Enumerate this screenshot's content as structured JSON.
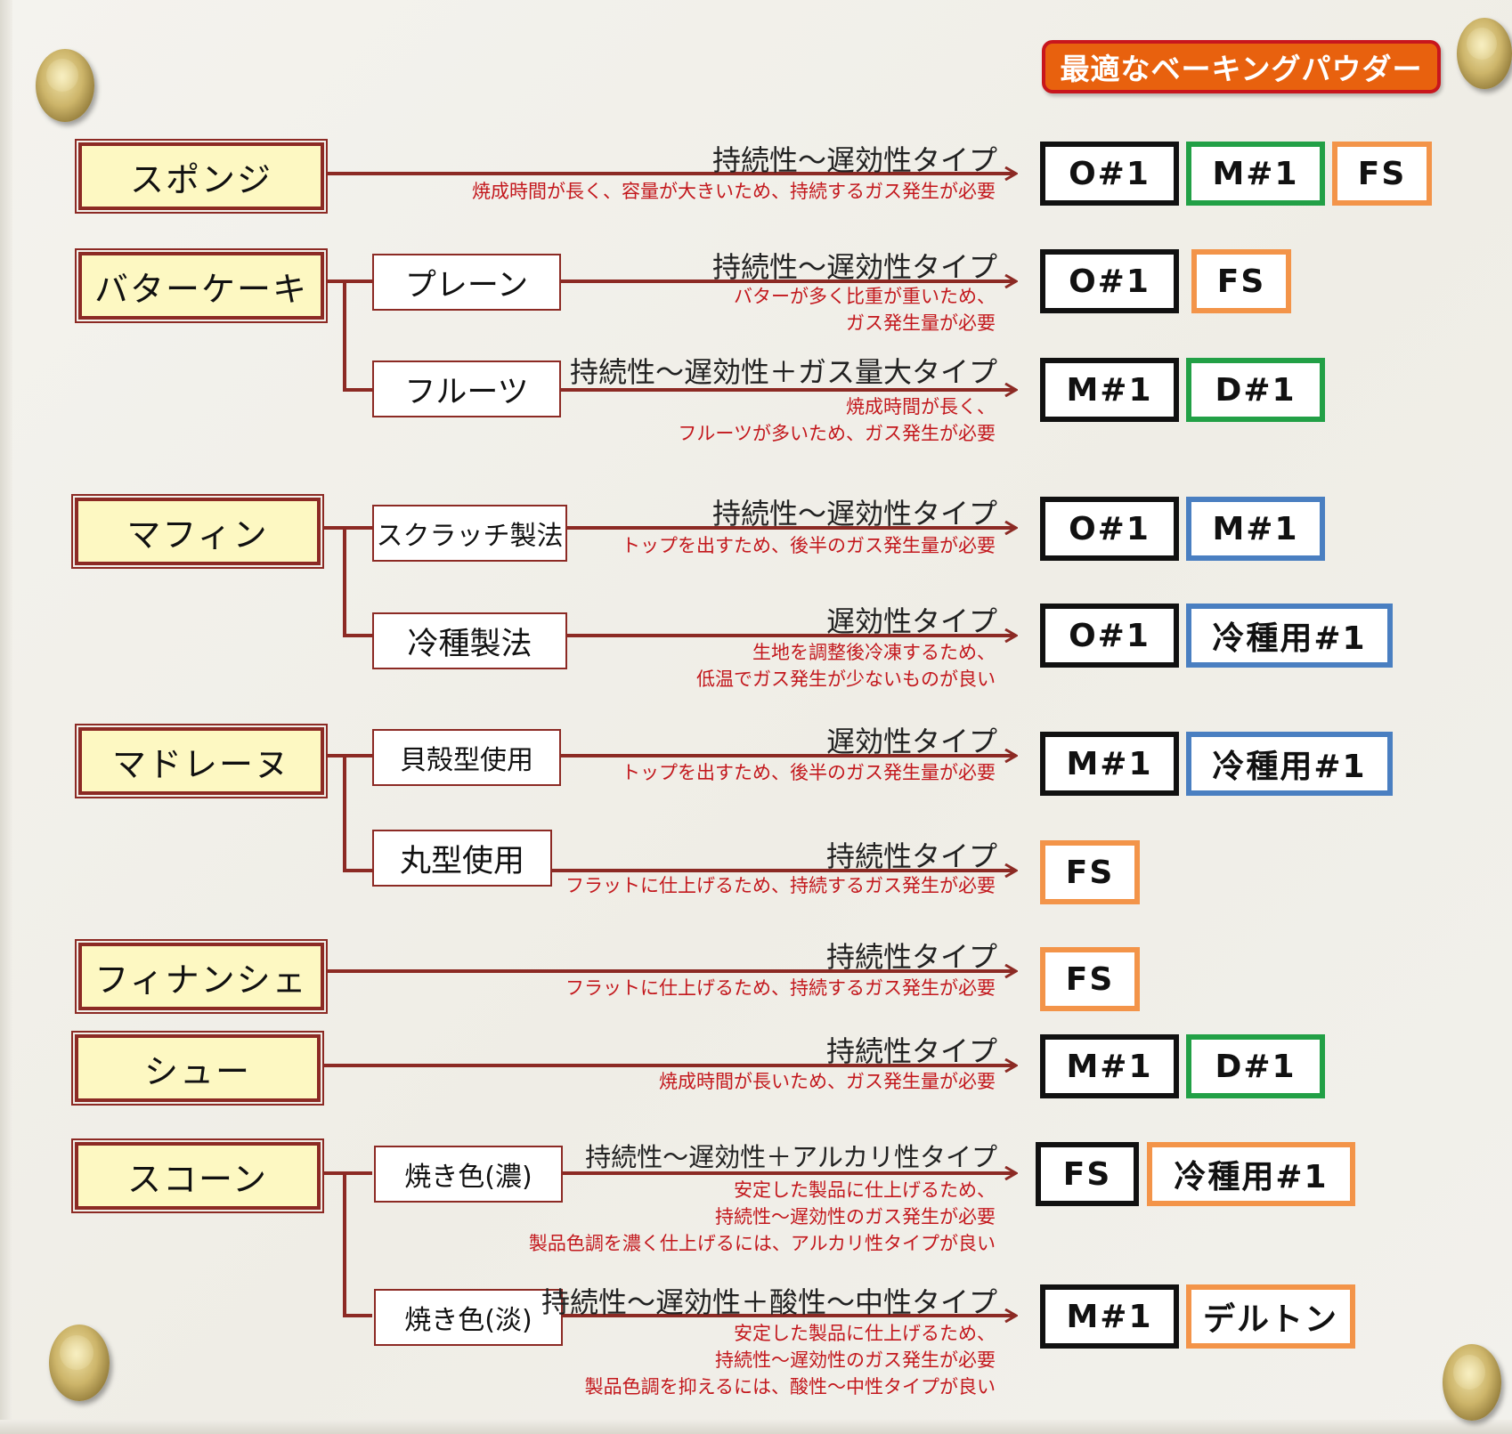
{
  "header": "最適なベーキングパウダー",
  "colors": {
    "black": "#111111",
    "green": "#22a046",
    "blue": "#4a7fc1",
    "orange": "#f39449",
    "line": "#8c2a24",
    "reason_text": "#c3181d"
  },
  "products": [
    {
      "label": "スポンジ"
    },
    {
      "label": "バターケーキ"
    },
    {
      "label": "マフィン"
    },
    {
      "label": "マドレーヌ"
    },
    {
      "label": "フィナンシェ"
    },
    {
      "label": "シュー"
    },
    {
      "label": "スコーン"
    }
  ],
  "methods": [
    {
      "label": "プレーン"
    },
    {
      "label": "フルーツ"
    },
    {
      "label": "スクラッチ製法"
    },
    {
      "label": "冷種製法"
    },
    {
      "label": "貝殻型使用"
    },
    {
      "label": "丸型使用"
    },
    {
      "label": "焼き色(濃)"
    },
    {
      "label": "焼き色(淡)"
    }
  ],
  "rows": [
    {
      "type": "持続性～遅効性タイプ",
      "reason": [
        "焼成時間が長く、容量が大きいため、持続するガス発生が必要"
      ],
      "chips": [
        {
          "label": "O#1",
          "color": "black"
        },
        {
          "label": "M#1",
          "color": "green"
        },
        {
          "label": "FS",
          "color": "orange"
        }
      ]
    },
    {
      "type": "持続性～遅効性タイプ",
      "reason": [
        "バターが多く比重が重いため、",
        "ガス発生量が必要"
      ],
      "chips": [
        {
          "label": "O#1",
          "color": "black"
        },
        {
          "label": "FS",
          "color": "orange"
        }
      ]
    },
    {
      "type": "持続性～遅効性＋ガス量大タイプ",
      "reason": [
        "焼成時間が長く、",
        "フルーツが多いため、ガス発生が必要"
      ],
      "chips": [
        {
          "label": "M#1",
          "color": "black"
        },
        {
          "label": "D#1",
          "color": "green"
        }
      ]
    },
    {
      "type": "持続性～遅効性タイプ",
      "reason": [
        "トップを出すため、後半のガス発生量が必要"
      ],
      "chips": [
        {
          "label": "O#1",
          "color": "black"
        },
        {
          "label": "M#1",
          "color": "blue"
        }
      ]
    },
    {
      "type": "遅効性タイプ",
      "reason": [
        "生地を調整後冷凍するため、",
        "低温でガス発生が少ないものが良い"
      ],
      "chips": [
        {
          "label": "O#1",
          "color": "black"
        },
        {
          "label": "冷種用#1",
          "color": "blue"
        }
      ]
    },
    {
      "type": "遅効性タイプ",
      "reason": [
        "トップを出すため、後半のガス発生量が必要"
      ],
      "chips": [
        {
          "label": "M#1",
          "color": "black"
        },
        {
          "label": "冷種用#1",
          "color": "blue"
        }
      ]
    },
    {
      "type": "持続性タイプ",
      "reason": [
        "フラットに仕上げるため、持続するガス発生が必要"
      ],
      "chips": [
        {
          "label": "FS",
          "color": "orange"
        }
      ]
    },
    {
      "type": "持続性タイプ",
      "reason": [
        "フラットに仕上げるため、持続するガス発生が必要"
      ],
      "chips": [
        {
          "label": "FS",
          "color": "orange"
        }
      ]
    },
    {
      "type": "持続性タイプ",
      "reason": [
        "焼成時間が長いため、ガス発生量が必要"
      ],
      "chips": [
        {
          "label": "M#1",
          "color": "black"
        },
        {
          "label": "D#1",
          "color": "green"
        }
      ]
    },
    {
      "type": "持続性～遅効性＋アルカリ性タイプ",
      "reason": [
        "安定した製品に仕上げるため、",
        "持続性～遅効性のガス発生が必要",
        "製品色調を濃く仕上げるには、アルカリ性タイプが良い"
      ],
      "chips": [
        {
          "label": "FS",
          "color": "black"
        },
        {
          "label": "冷種用#1",
          "color": "orange"
        }
      ]
    },
    {
      "type": "持続性～遅効性＋酸性～中性タイプ",
      "reason": [
        "安定した製品に仕上げるため、",
        "持続性～遅効性のガス発生が必要",
        "製品色調を抑えるには、酸性～中性タイプが良い"
      ],
      "chips": [
        {
          "label": "M#1",
          "color": "black"
        },
        {
          "label": "デルトン",
          "color": "orange"
        }
      ]
    }
  ]
}
